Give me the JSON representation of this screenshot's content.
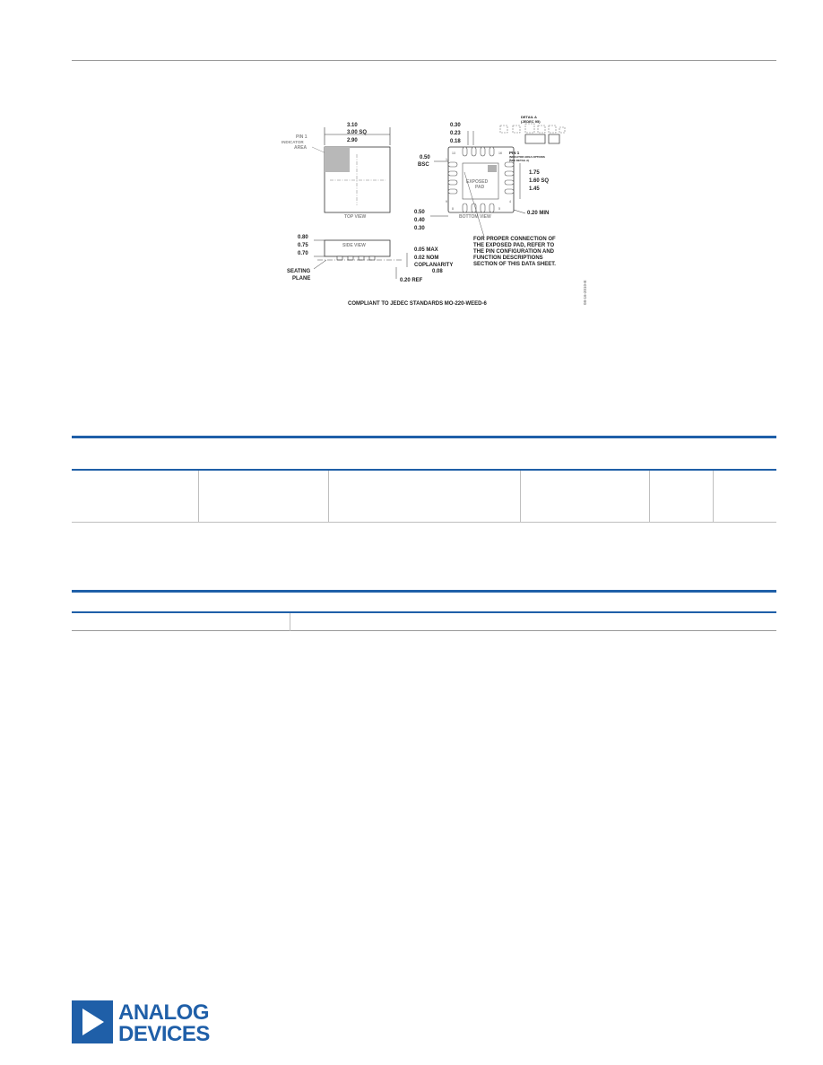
{
  "drawing": {
    "top_view": {
      "dims": [
        "3.10",
        "3.00 SQ",
        "2.90"
      ],
      "pin1_label": [
        "PIN 1",
        "INDICATOR",
        "AREA"
      ],
      "view_label": "TOP VIEW"
    },
    "bottom_view": {
      "lead_width": [
        "0.30",
        "0.23",
        "0.18"
      ],
      "pitch": [
        "0.50",
        "BSC"
      ],
      "pin1_note": [
        "PIN 1",
        "INDICATOR AREA OPTIONS",
        "(SEE DETAIL A)"
      ],
      "detail_label": [
        "DETAIL A",
        "(JEDEC 95)"
      ],
      "pad_label": [
        "EXPOSED",
        "PAD"
      ],
      "pad_dims": [
        "1.75",
        "1.60 SQ",
        "1.45"
      ],
      "lead_length": [
        "0.50",
        "0.40",
        "0.30"
      ],
      "min_dim": "0.20 MIN",
      "view_label": "BOTTOM VIEW",
      "pin_numbers": [
        "13",
        "16",
        "1",
        "4",
        "5",
        "8",
        "9",
        "12"
      ]
    },
    "side_view": {
      "height_dims": [
        "0.80",
        "0.75",
        "0.70"
      ],
      "view_label": "SIDE VIEW",
      "seating_plane": [
        "SEATING",
        "PLANE"
      ],
      "standoff": [
        "0.05 MAX",
        "0.02 NOM"
      ],
      "coplanarity": [
        "COPLANARITY",
        "0.08"
      ],
      "ref": "0.20 REF"
    },
    "connection_note": [
      "FOR PROPER CONNECTION OF",
      "THE EXPOSED PAD, REFER TO",
      "THE PIN CONFIGURATION AND",
      "FUNCTION DESCRIPTIONS",
      "SECTION OF THIS DATA SHEET."
    ],
    "compliance": "COMPLIANT TO JEDEC STANDARDS MO-220-WEED-6",
    "drawing_code": "08-16-2010-E"
  },
  "logo": {
    "line1": "ANALOG",
    "line2": "DEVICES"
  }
}
